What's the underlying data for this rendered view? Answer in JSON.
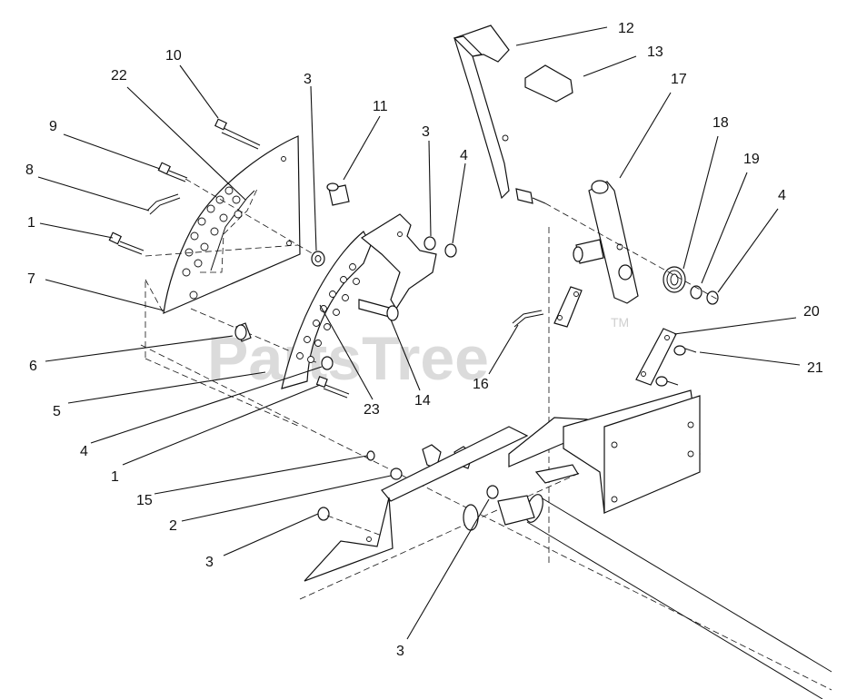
{
  "watermark": {
    "text": "PartsTree",
    "mark": "TM"
  },
  "callouts": [
    {
      "id": "c1",
      "text": "12"
    },
    {
      "id": "c2",
      "text": "13"
    },
    {
      "id": "c3",
      "text": "17"
    },
    {
      "id": "c4",
      "text": "18"
    },
    {
      "id": "c5",
      "text": "19"
    },
    {
      "id": "c6",
      "text": "4"
    },
    {
      "id": "c7",
      "text": "20"
    },
    {
      "id": "c8",
      "text": "21"
    },
    {
      "id": "c9",
      "text": "10"
    },
    {
      "id": "c10",
      "text": "22"
    },
    {
      "id": "c11",
      "text": "3"
    },
    {
      "id": "c12",
      "text": "11"
    },
    {
      "id": "c13",
      "text": "3"
    },
    {
      "id": "c14",
      "text": "4"
    },
    {
      "id": "c15",
      "text": "9"
    },
    {
      "id": "c16",
      "text": "8"
    },
    {
      "id": "c17",
      "text": "1"
    },
    {
      "id": "c18",
      "text": "7"
    },
    {
      "id": "c19",
      "text": "6"
    },
    {
      "id": "c20",
      "text": "5"
    },
    {
      "id": "c21",
      "text": "4"
    },
    {
      "id": "c22",
      "text": "1"
    },
    {
      "id": "c23",
      "text": "23"
    },
    {
      "id": "c24",
      "text": "14"
    },
    {
      "id": "c25",
      "text": "16"
    },
    {
      "id": "c26",
      "text": "15"
    },
    {
      "id": "c27",
      "text": "2"
    },
    {
      "id": "c28",
      "text": "3"
    },
    {
      "id": "c29",
      "text": "3"
    }
  ]
}
